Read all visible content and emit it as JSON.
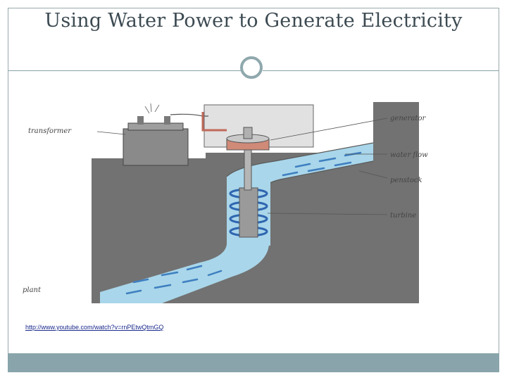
{
  "slide": {
    "title": "Using Water Power to Generate Electricity",
    "link_text": "http://www.youtube.com/watch?v=rnPEtwQtmGQ"
  },
  "diagram": {
    "labels": {
      "transformer": "transformer",
      "generator": "generator",
      "water_flow": "water flow",
      "penstock": "penstock",
      "turbine": "turbine",
      "plant": "plant"
    }
  },
  "colors": {
    "accent": "#89a5ab",
    "ground": "#6f6f6f",
    "water": "#a9d6ea",
    "title": "#3c4a52"
  }
}
